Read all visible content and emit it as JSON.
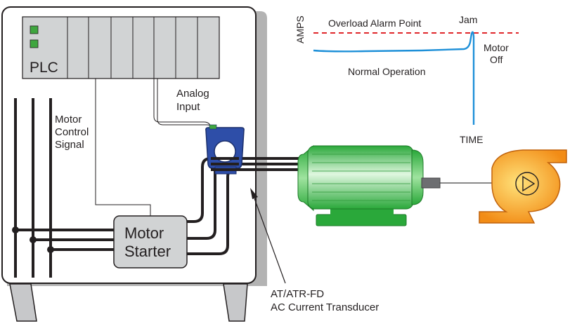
{
  "plc": {
    "label": "PLC"
  },
  "analog_input": {
    "line1": "Analog",
    "line2": "Input"
  },
  "motor_control_signal": {
    "line1": "Motor",
    "line2": "Control",
    "line3": "Signal"
  },
  "motor_starter": {
    "line1": "Motor",
    "line2": "Starter"
  },
  "transducer": {
    "line1": "AT/ATR-FD",
    "line2": "AC Current Transducer"
  },
  "graph": {
    "y_label": "AMPS",
    "x_label": "TIME",
    "alarm_label": "Overload Alarm Point",
    "normal_label": "Normal Operation",
    "jam_label": "Jam",
    "motor_off_line1": "Motor",
    "motor_off_line2": "Off"
  },
  "colors": {
    "cabinet_fill": "#ffffff",
    "shadow": "#b3b3b3",
    "plc_fill": "#d1d3d4",
    "led": "#3fa63f",
    "transducer": "#2e4ea8",
    "motor_green": "#3fbf3f",
    "current_trace": "#1e90d8",
    "alarm_line": "#e0262b",
    "pump_orange": "#f6a01a"
  },
  "icons": {
    "pump": "centrifugal-pump-icon",
    "motor": "electric-motor-icon"
  }
}
